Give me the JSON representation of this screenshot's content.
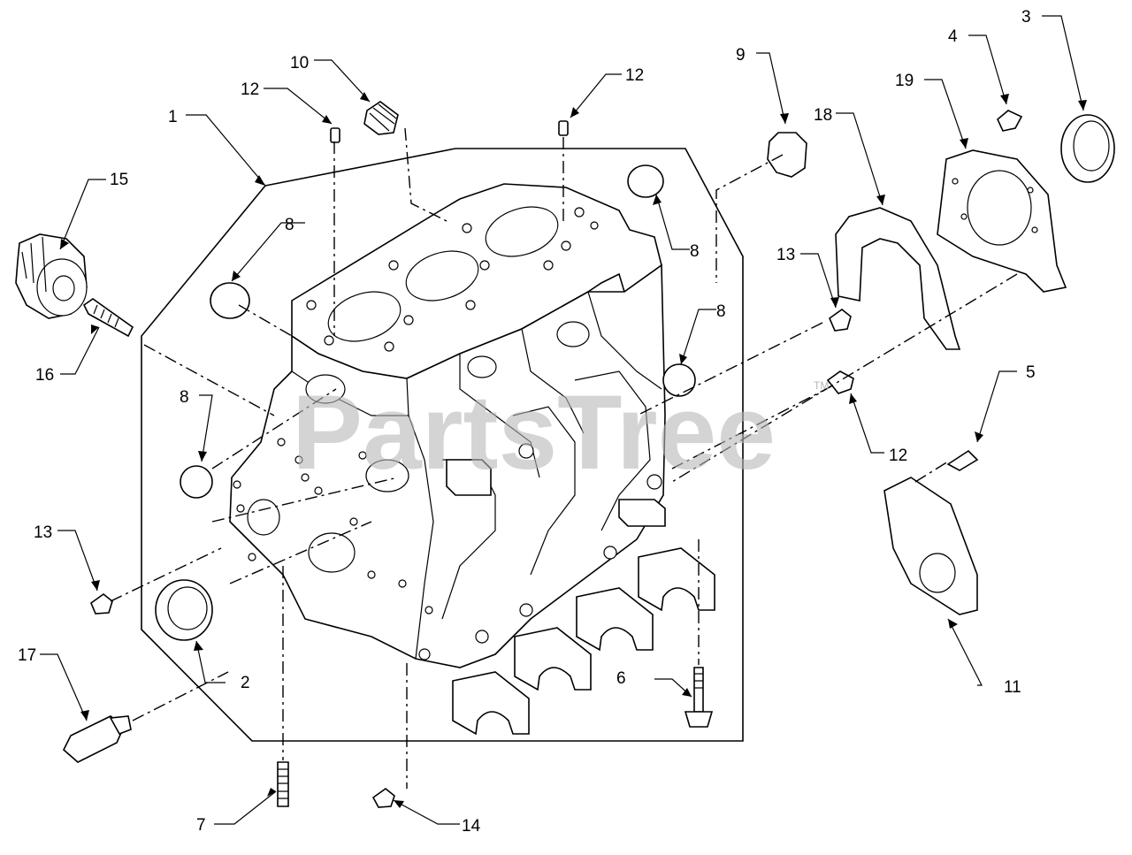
{
  "watermark": {
    "text": "PartsTree",
    "trademark": "TM"
  },
  "callouts": [
    "1",
    "2",
    "3",
    "4",
    "5",
    "6",
    "7",
    "8",
    "8",
    "8",
    "8",
    "9",
    "10",
    "11",
    "12",
    "12",
    "12",
    "13",
    "13",
    "14",
    "15",
    "16",
    "17",
    "18",
    "19"
  ],
  "colors": {
    "line": "#000000",
    "background": "#ffffff",
    "watermark": "#b8b8b8"
  }
}
